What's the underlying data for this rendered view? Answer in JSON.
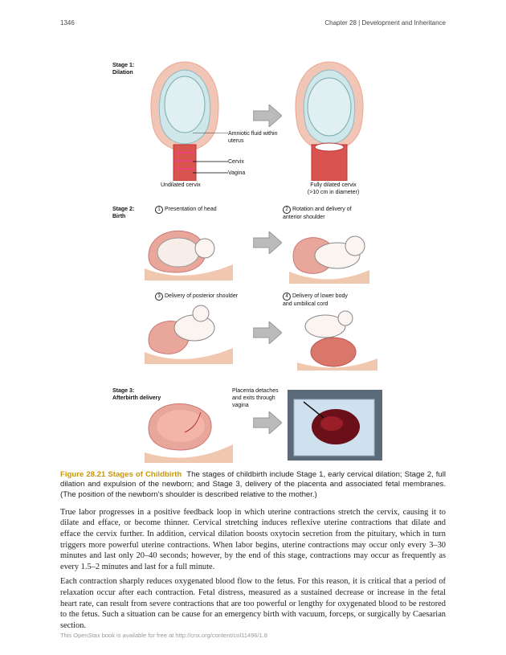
{
  "header": {
    "page_number": "1346",
    "chapter": "Chapter 28 | Development and Inheritance"
  },
  "figure": {
    "stage1": {
      "title": "Stage 1:",
      "subtitle": "Dilation",
      "amniotic": "Amniotic fluid within uterus",
      "cervix": "Cervix",
      "vagina": "Vagina",
      "undilated": "Undilated cervix",
      "dilated": "Fully dilated cervix (>10 cm in diameter)"
    },
    "stage2": {
      "title": "Stage 2:",
      "subtitle": "Birth",
      "steps": [
        {
          "n": "1",
          "label": "Presentation of head"
        },
        {
          "n": "2",
          "label": "Rotation and delivery of anterior shoulder"
        },
        {
          "n": "3",
          "label": "Delivery of posterior shoulder"
        },
        {
          "n": "4",
          "label": "Delivery of lower body and umbilical cord"
        }
      ]
    },
    "stage3": {
      "title": "Stage 3:",
      "subtitle": "Afterbirth delivery",
      "placenta": "Placenta detaches and exits through vagina"
    },
    "caption_label": "Figure 28.21 Stages of Childbirth",
    "caption_text": "The stages of childbirth include Stage 1, early cervical dilation; Stage 2, full dilation and expulsion of the newborn; and Stage 3, delivery of the placenta and associated fetal membranes. (The position of the newborn’s shoulder is described relative to the mother.)"
  },
  "paragraphs": [
    "True labor progresses in a positive feedback loop in which uterine contractions stretch the cervix, causing it to dilate and efface, or become thinner. Cervical stretching induces reflexive uterine contractions that dilate and efface the cervix further. In addition, cervical dilation boosts oxytocin secretion from the pituitary, which in turn triggers more powerful uterine contractions. When labor begins, uterine contractions may occur only every 3–30 minutes and last only 20–40 seconds; however, by the end of this stage, contractions may occur as frequently as every 1.5–2 minutes and last for a full minute.",
    "Each contraction sharply reduces oxygenated blood flow to the fetus. For this reason, it is critical that a period of relaxation occur after each contraction. Fetal distress, measured as a sustained decrease or increase in the fetal heart rate, can result from severe contractions that are too powerful or lengthy for oxygenated blood to be restored to the fetus. Such a situation can be cause for an emergency birth with vacuum, forceps, or surgically by Caesarian section."
  ],
  "footer": "This OpenStax book is available for free at http://cnx.org/content/col11496/1.8"
}
